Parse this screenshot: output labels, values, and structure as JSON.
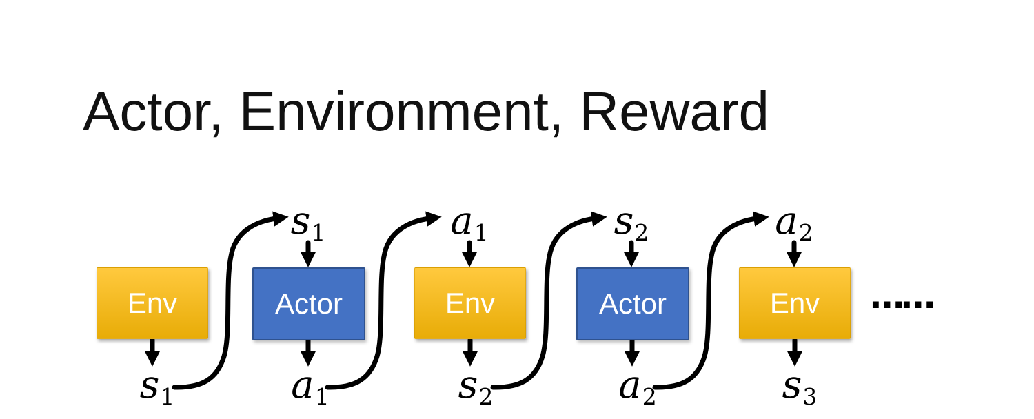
{
  "title": "Actor, Environment, Reward",
  "colors": {
    "title_color": "#111111",
    "env_top": "#FFC93E",
    "env_bottom": "#E8AC07",
    "actor_fill": "#4472C4",
    "actor_border": "#2F528F",
    "box_text": "#FFFFFF",
    "label_color": "#000000",
    "arrow": "#000000"
  },
  "diagram": {
    "boxes": [
      {
        "label": "Env"
      },
      {
        "label": "Actor"
      },
      {
        "label": "Env"
      },
      {
        "label": "Actor"
      },
      {
        "label": "Env"
      }
    ],
    "top_labels": [
      {
        "base": "s",
        "sub": "1"
      },
      {
        "base": "a",
        "sub": "1"
      },
      {
        "base": "s",
        "sub": "2"
      },
      {
        "base": "a",
        "sub": "2"
      }
    ],
    "bottom_labels": [
      {
        "base": "s",
        "sub": "1"
      },
      {
        "base": "a",
        "sub": "1"
      },
      {
        "base": "s",
        "sub": "2"
      },
      {
        "base": "a",
        "sub": "2"
      },
      {
        "base": "s",
        "sub": "3"
      }
    ],
    "ellipsis": "……"
  }
}
